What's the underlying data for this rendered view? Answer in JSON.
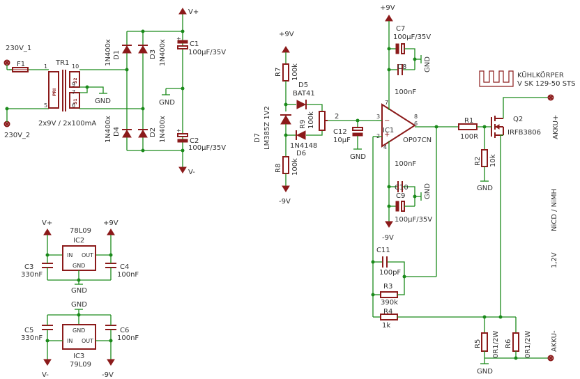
{
  "components": {
    "f1": {
      "name": "F1"
    },
    "tr1": {
      "name": "TR1",
      "spec": "2x9V / 2x100mA",
      "pri": "PRI",
      "s1": "S1",
      "s2": "S2",
      "pins": {
        "p1": "1",
        "p5": "5",
        "p10": "10",
        "p9": "9",
        "p7": "7",
        "p6": "6"
      }
    },
    "d1": {
      "name": "D1",
      "value": "1N400x"
    },
    "d2": {
      "name": "D2",
      "value": "1N400x"
    },
    "d3": {
      "name": "D3",
      "value": "1N400x"
    },
    "d4": {
      "name": "D4",
      "value": "1N400x"
    },
    "c1": {
      "name": "C1",
      "value": "100µF/35V"
    },
    "c2": {
      "name": "C2",
      "value": "100µF/35V"
    },
    "ic2": {
      "name": "IC2",
      "value": "78L09",
      "in": "IN",
      "out": "OUT",
      "gnd": "GND"
    },
    "ic3": {
      "name": "IC3",
      "value": "79L09",
      "in": "IN",
      "out": "OUT",
      "gnd": "GND"
    },
    "c3": {
      "name": "C3",
      "value": "330nF"
    },
    "c4": {
      "name": "C4",
      "value": "100nF"
    },
    "c5": {
      "name": "C5",
      "value": "330nF"
    },
    "c6": {
      "name": "C6",
      "value": "100nF"
    },
    "r7": {
      "name": "R7",
      "value": "100k"
    },
    "r8": {
      "name": "R8",
      "value": "100k"
    },
    "r9": {
      "name": "R9",
      "value": "100k"
    },
    "d5": {
      "name": "D5",
      "value": "BAT41"
    },
    "d6": {
      "name": "D6",
      "value": "1N4148"
    },
    "d7": {
      "name": "D7",
      "value": "LM385Z 1V2"
    },
    "c12": {
      "name": "C12",
      "value": "10µF"
    },
    "ic1": {
      "name": "IC1",
      "value": "OP07CN",
      "pins": {
        "p2": "2",
        "p3": "3",
        "p4": "4",
        "p6": "6",
        "p7": "7",
        "p8": "8"
      }
    },
    "c7": {
      "name": "C7",
      "value": "100µF/35V"
    },
    "c8": {
      "name": "C8",
      "value": "100nF"
    },
    "c9": {
      "name": "C9",
      "value": "100µF/35V"
    },
    "c10": {
      "name": "C10",
      "value": "100nF"
    },
    "c11": {
      "name": "C11",
      "value": "100pF"
    },
    "r1": {
      "name": "R1",
      "value": "100R"
    },
    "r2": {
      "name": "R2",
      "value": "10k"
    },
    "r3": {
      "name": "R3",
      "value": "390k"
    },
    "r4": {
      "name": "R4",
      "value": "1k"
    },
    "r5": {
      "name": "R5",
      "value": "0R1/2W"
    },
    "r6": {
      "name": "R6",
      "value": "0R1/2W"
    },
    "q2": {
      "name": "Q2",
      "value": "IRFB3806"
    },
    "hs": {
      "name": "KÜHLKÖRPER",
      "value": "V SK 129-50 STS"
    }
  },
  "nets": {
    "v_plus": "V+",
    "v_minus": "V-",
    "p9v": "+9V",
    "n9v": "-9V",
    "gnd": "GND",
    "ac1": "230V_1",
    "ac2": "230V_2",
    "akku_plus": "AKKU+",
    "akku_minus": "AKKU-",
    "nicd": "NiCD / NiMH",
    "v12": "1,2V",
    "node2": "2"
  },
  "colors": {
    "wire": "#1a8a1a",
    "part": "#8b1a1a",
    "text": "#303030",
    "background": "#ffffff"
  }
}
